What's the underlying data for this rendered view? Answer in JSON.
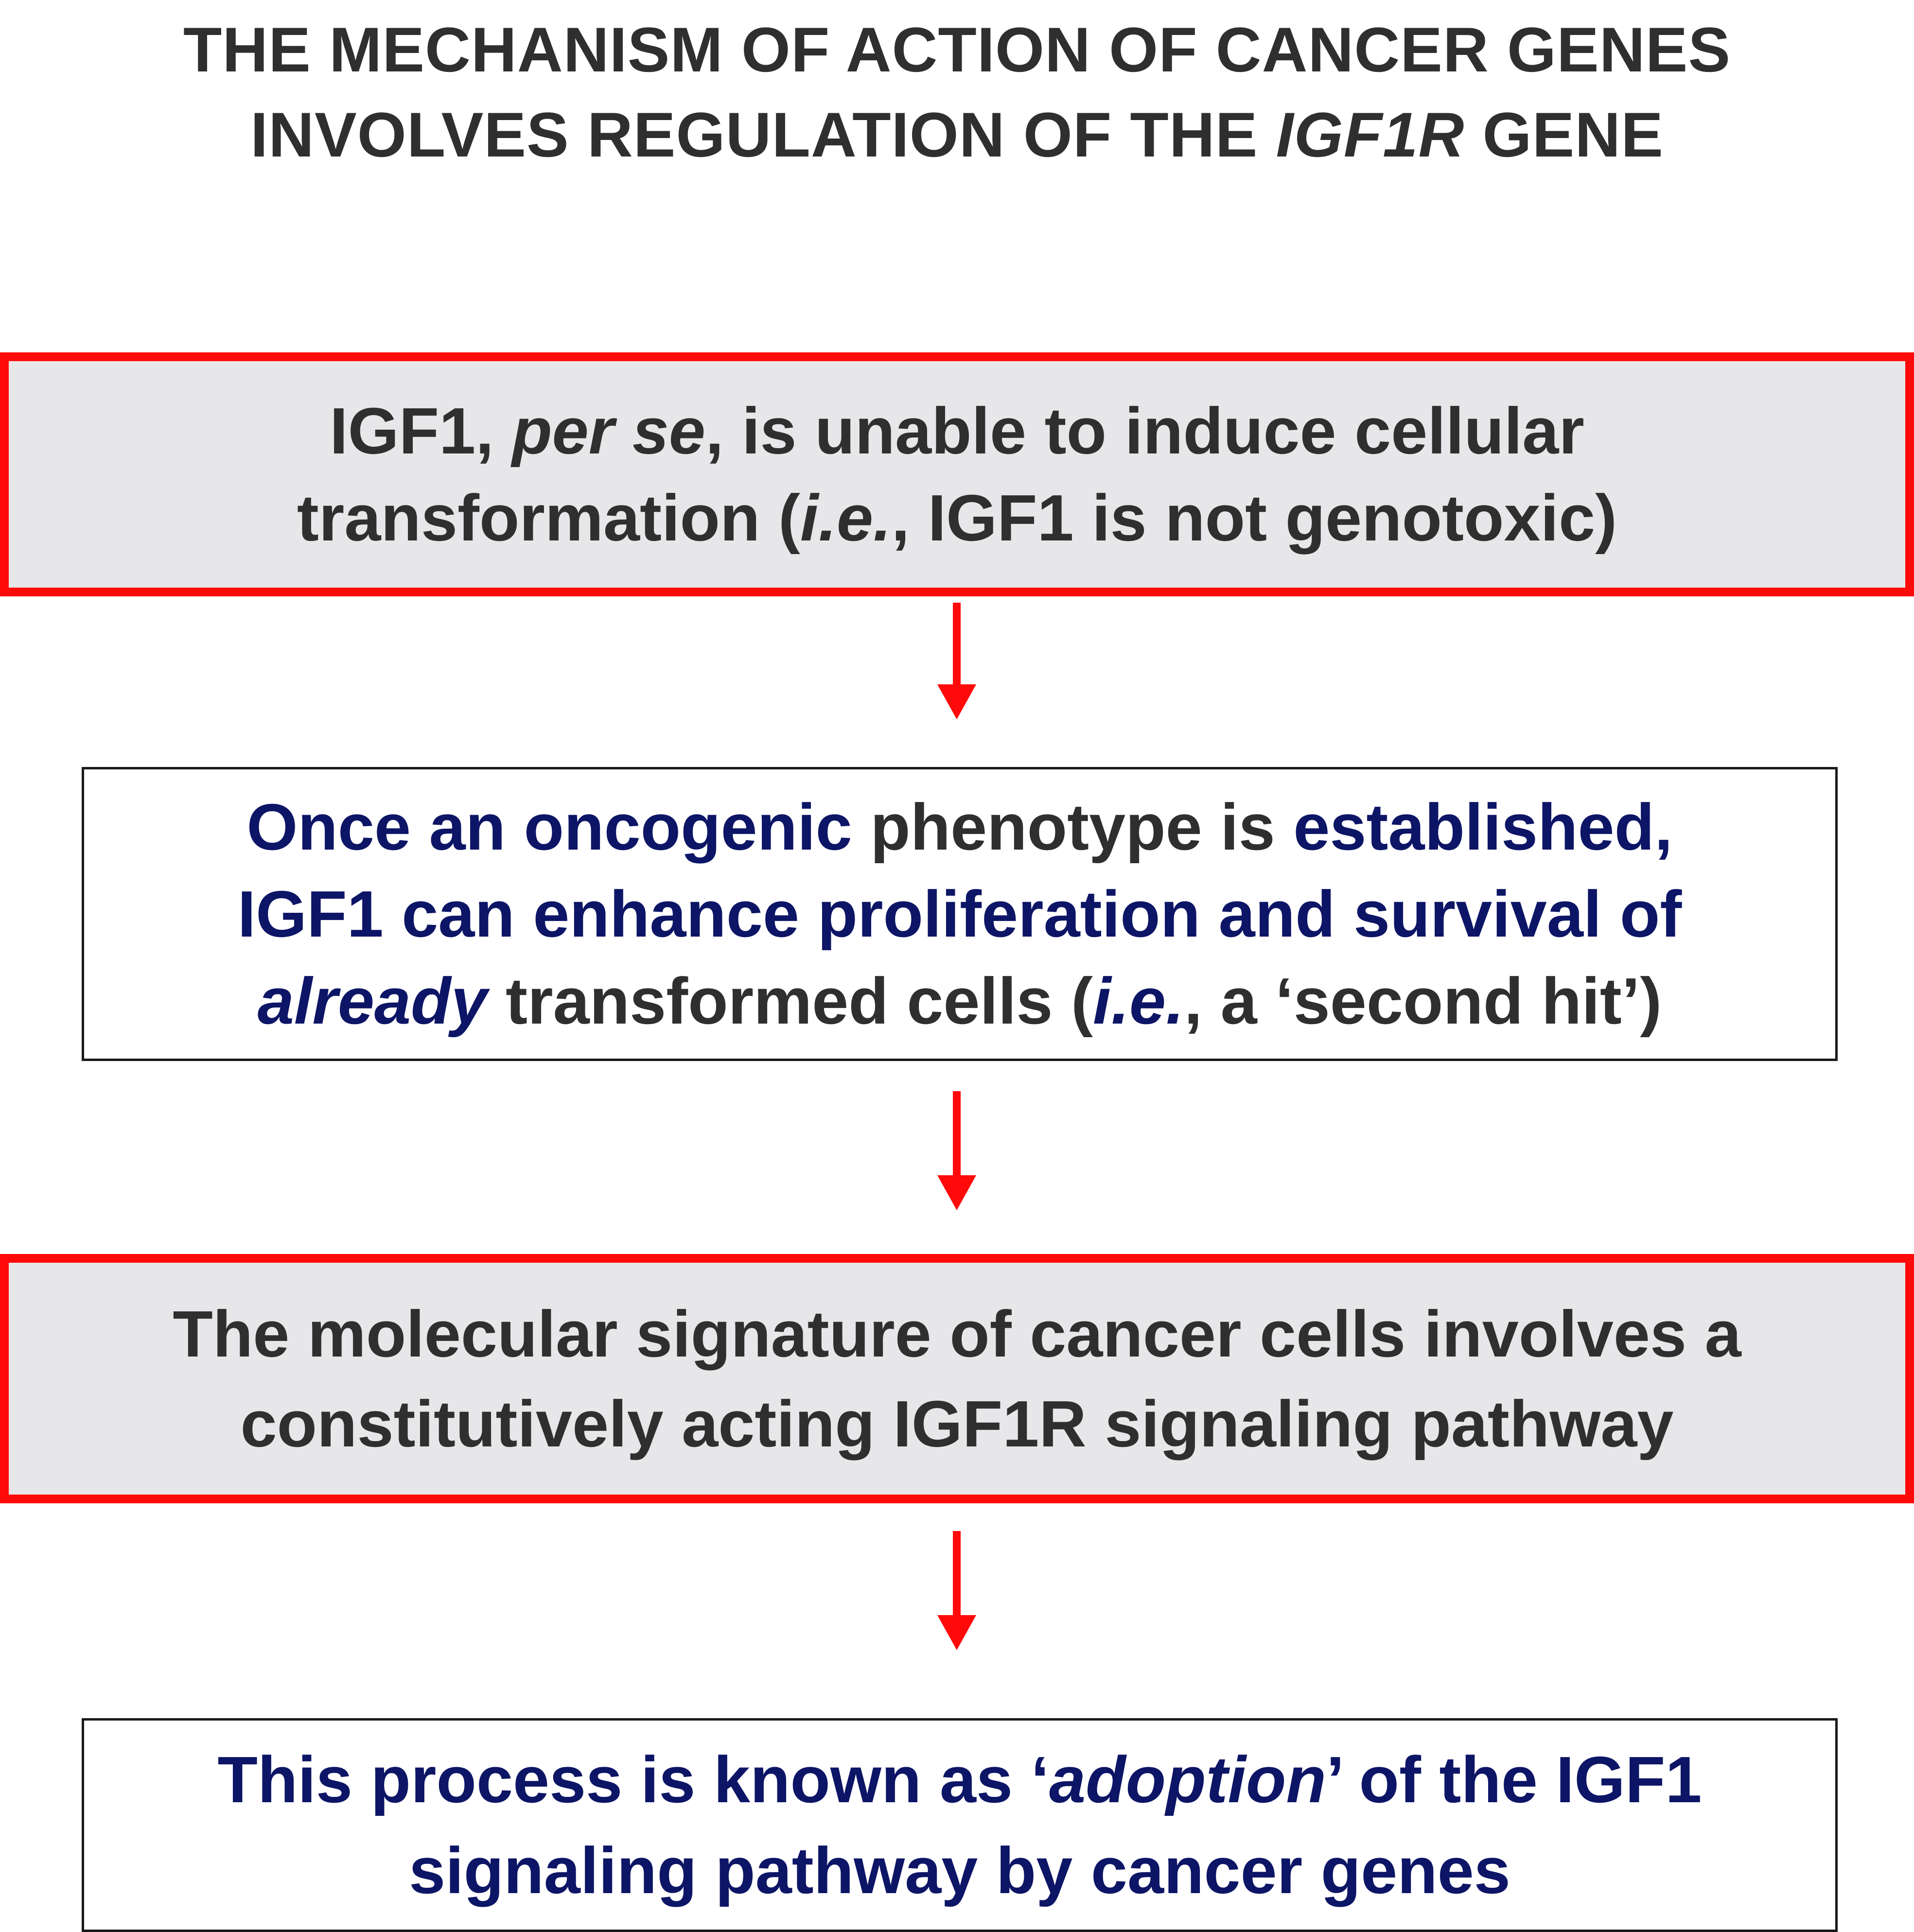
{
  "title": {
    "line1": "THE MECHANISM OF ACTION OF CANCER GENES",
    "line2_a": "INVOLVES REGULATION OF THE ",
    "line2_b": "IGF1R",
    "line2_c": " GENE"
  },
  "box1": {
    "l1_a": "IGF1, ",
    "l1_b": "per se",
    "l1_c": ", is unable to induce cellular",
    "l2_a": "transformation (",
    "l2_b": "i.e.",
    "l2_c": ", IGF1 is not genotoxic)"
  },
  "box2": {
    "l1_a": "Once an oncogenic",
    "l1_b": " phenotype is ",
    "l1_c": "established,",
    "l2": "IGF1 can enhance proliferation and survival of",
    "l3_a": "already",
    "l3_b": " transformed cells (",
    "l3_c": "i.e.",
    "l3_d": ", a ‘second hit’)"
  },
  "box3": {
    "l1": "The molecular signature of cancer cells involves a",
    "l2": "constitutively acting IGF1R signaling pathway"
  },
  "box4": {
    "l1_a": "This process is known as ‘",
    "l1_b": "adoption",
    "l1_c": "’ of the IGF1",
    "l2": "signaling pathway by cancer genes"
  },
  "colors": {
    "title_text": "#2f2f2f",
    "navy_text": "#0d1566",
    "red_border": "#ff0a0a",
    "grey_fill": "#e7e6e8",
    "arrow": "#ff0a0a"
  }
}
